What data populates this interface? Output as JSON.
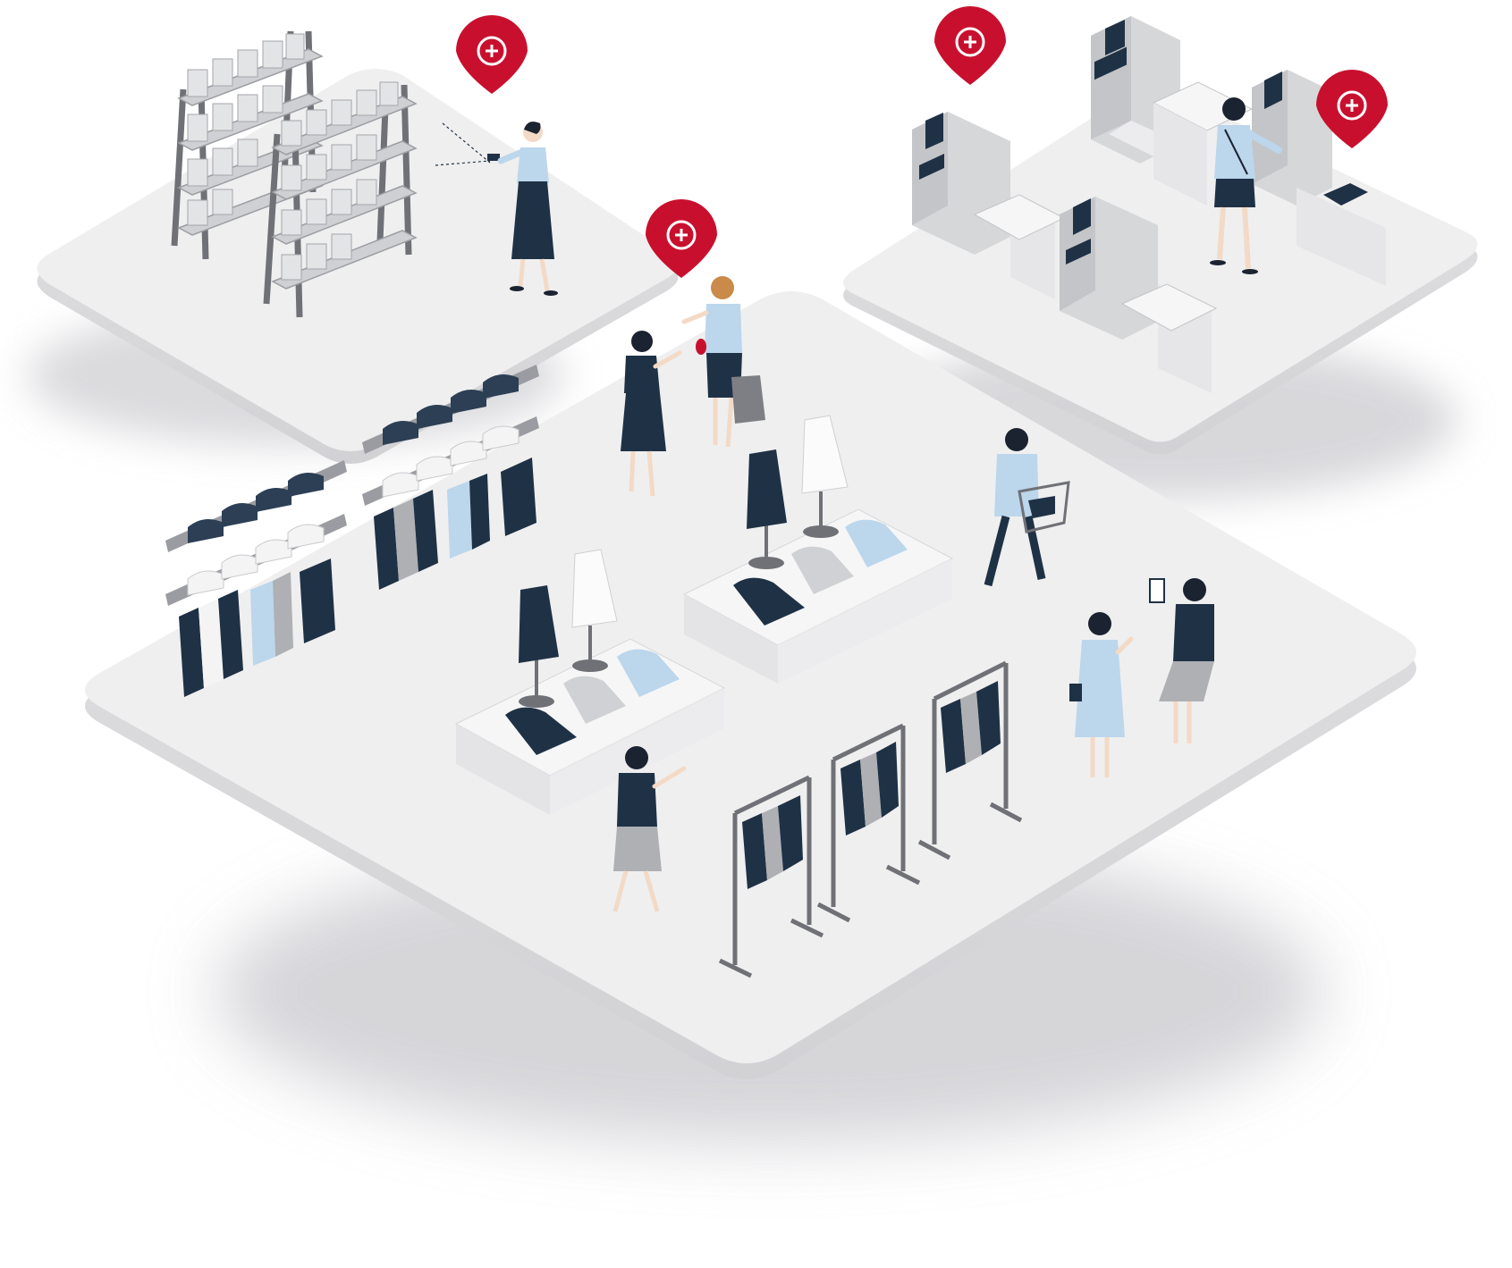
{
  "colors": {
    "background": "#ffffff",
    "platform_top": "#eeeeef",
    "platform_side": "#d9d9db",
    "shadow": "#cfcfd2",
    "navy": "#1f3145",
    "light_blue": "#bcd6ec",
    "gray_fabric": "#aeb0b4",
    "white_fabric": "#fbfbfb",
    "metal": "#6f7176",
    "hotspot_red": "#c8102e",
    "skin": "#f3dac6",
    "hair_dark": "#1b2230",
    "hair_light": "#c98a4a"
  },
  "zones": [
    {
      "name": "stockroom",
      "content": "inventory-scanning"
    },
    {
      "name": "sales-floor",
      "content": "customer-service"
    },
    {
      "name": "checkout",
      "content": "self-checkout"
    }
  ],
  "hotspots": [
    {
      "id": "stockroom-hotspot",
      "zone": "stockroom",
      "icon": "plus-icon"
    },
    {
      "id": "customer-service-hotspot",
      "zone": "sales-floor",
      "icon": "plus-icon"
    },
    {
      "id": "self-checkout-hotspot",
      "zone": "checkout",
      "icon": "plus-icon"
    },
    {
      "id": "checkout-counter-hotspot",
      "zone": "checkout",
      "icon": "plus-icon"
    }
  ]
}
